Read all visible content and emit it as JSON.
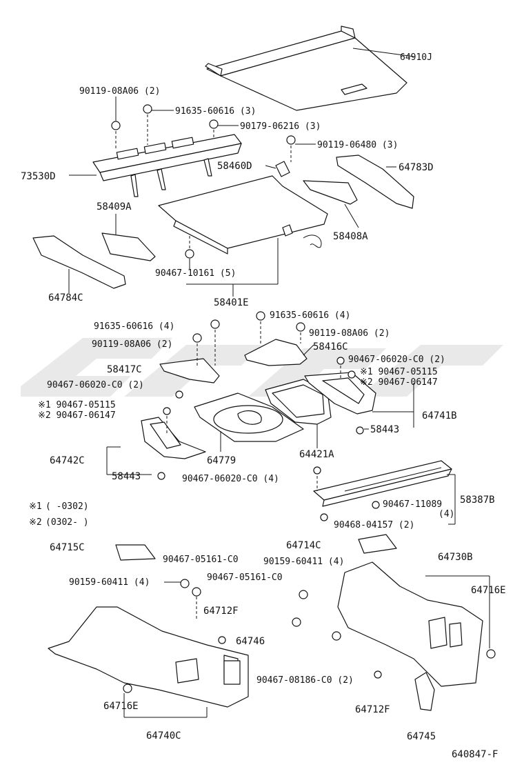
{
  "diagram": {
    "drawing_number": "640847-F",
    "legend": [
      {
        "mark": "※1",
        "range": "(      -0302)"
      },
      {
        "mark": "※2",
        "range": "(0302-      )"
      }
    ],
    "labels": {
      "l64910J": "64910J",
      "l90119_08A06_2_top": "90119-08A06 (2)",
      "l91635_60616_3": "91635-60616 (3)",
      "l90179_06216_3": "90179-06216 (3)",
      "l90119_06480_3": "90119-06480 (3)",
      "l73530D": "73530D",
      "l58460D": "58460D",
      "l64783D": "64783D",
      "l58409A": "58409A",
      "l58408A": "58408A",
      "l64784C": "64784C",
      "l90467_10161_5": "90467-10161 (5)",
      "l58401E": "58401E",
      "l91635_60616_4_right": "91635-60616 (4)",
      "l91635_60616_4_left": "91635-60616 (4)",
      "l90119_08A06_2_right": "90119-08A06 (2)",
      "l90119_08A06_2_left": "90119-08A06 (2)",
      "l58416C": "58416C",
      "l58417C": "58417C",
      "l90467_06020_C0_2_right": "90467-06020-C0 (2)",
      "l90467_06020_C0_2_left": "90467-06020-C0 (2)",
      "l90467_05115_right": "※1  90467-05115",
      "l90467_06147_right": "※2  90467-06147",
      "l90467_05115_left": "※1  90467-05115",
      "l90467_06147_left": "※2  90467-06147",
      "l64741B": "64741B",
      "l58443_right": "58443",
      "l64779": "64779",
      "l64421A": "64421A",
      "l64742C": "64742C",
      "l58443_left": "58443",
      "l90467_06020_C0_4": "90467-06020-C0 (4)",
      "l58387B": "58387B",
      "l90467_11089": "90467-11089",
      "l90467_11089_qty": "(4)",
      "l90468_04157": "90468-04157 (2)",
      "l64715C": "64715C",
      "l90467_05161_C0_a": "90467-05161-C0",
      "l90159_60411_4_left": "90159-60411 (4)",
      "l64714C": "64714C",
      "l90159_60411_4_right": "90159-60411 (4)",
      "l64730B": "64730B",
      "l90467_05161_C0_b": "90467-05161-C0",
      "l64716E_right": "64716E",
      "l64712F_left": "64712F",
      "l64746": "64746",
      "l90467_08186_C0_2": "90467-08186-C0 (2)",
      "l64716E_left": "64716E",
      "l64712F_right": "64712F",
      "l64740C": "64740C",
      "l64745": "64745"
    }
  }
}
